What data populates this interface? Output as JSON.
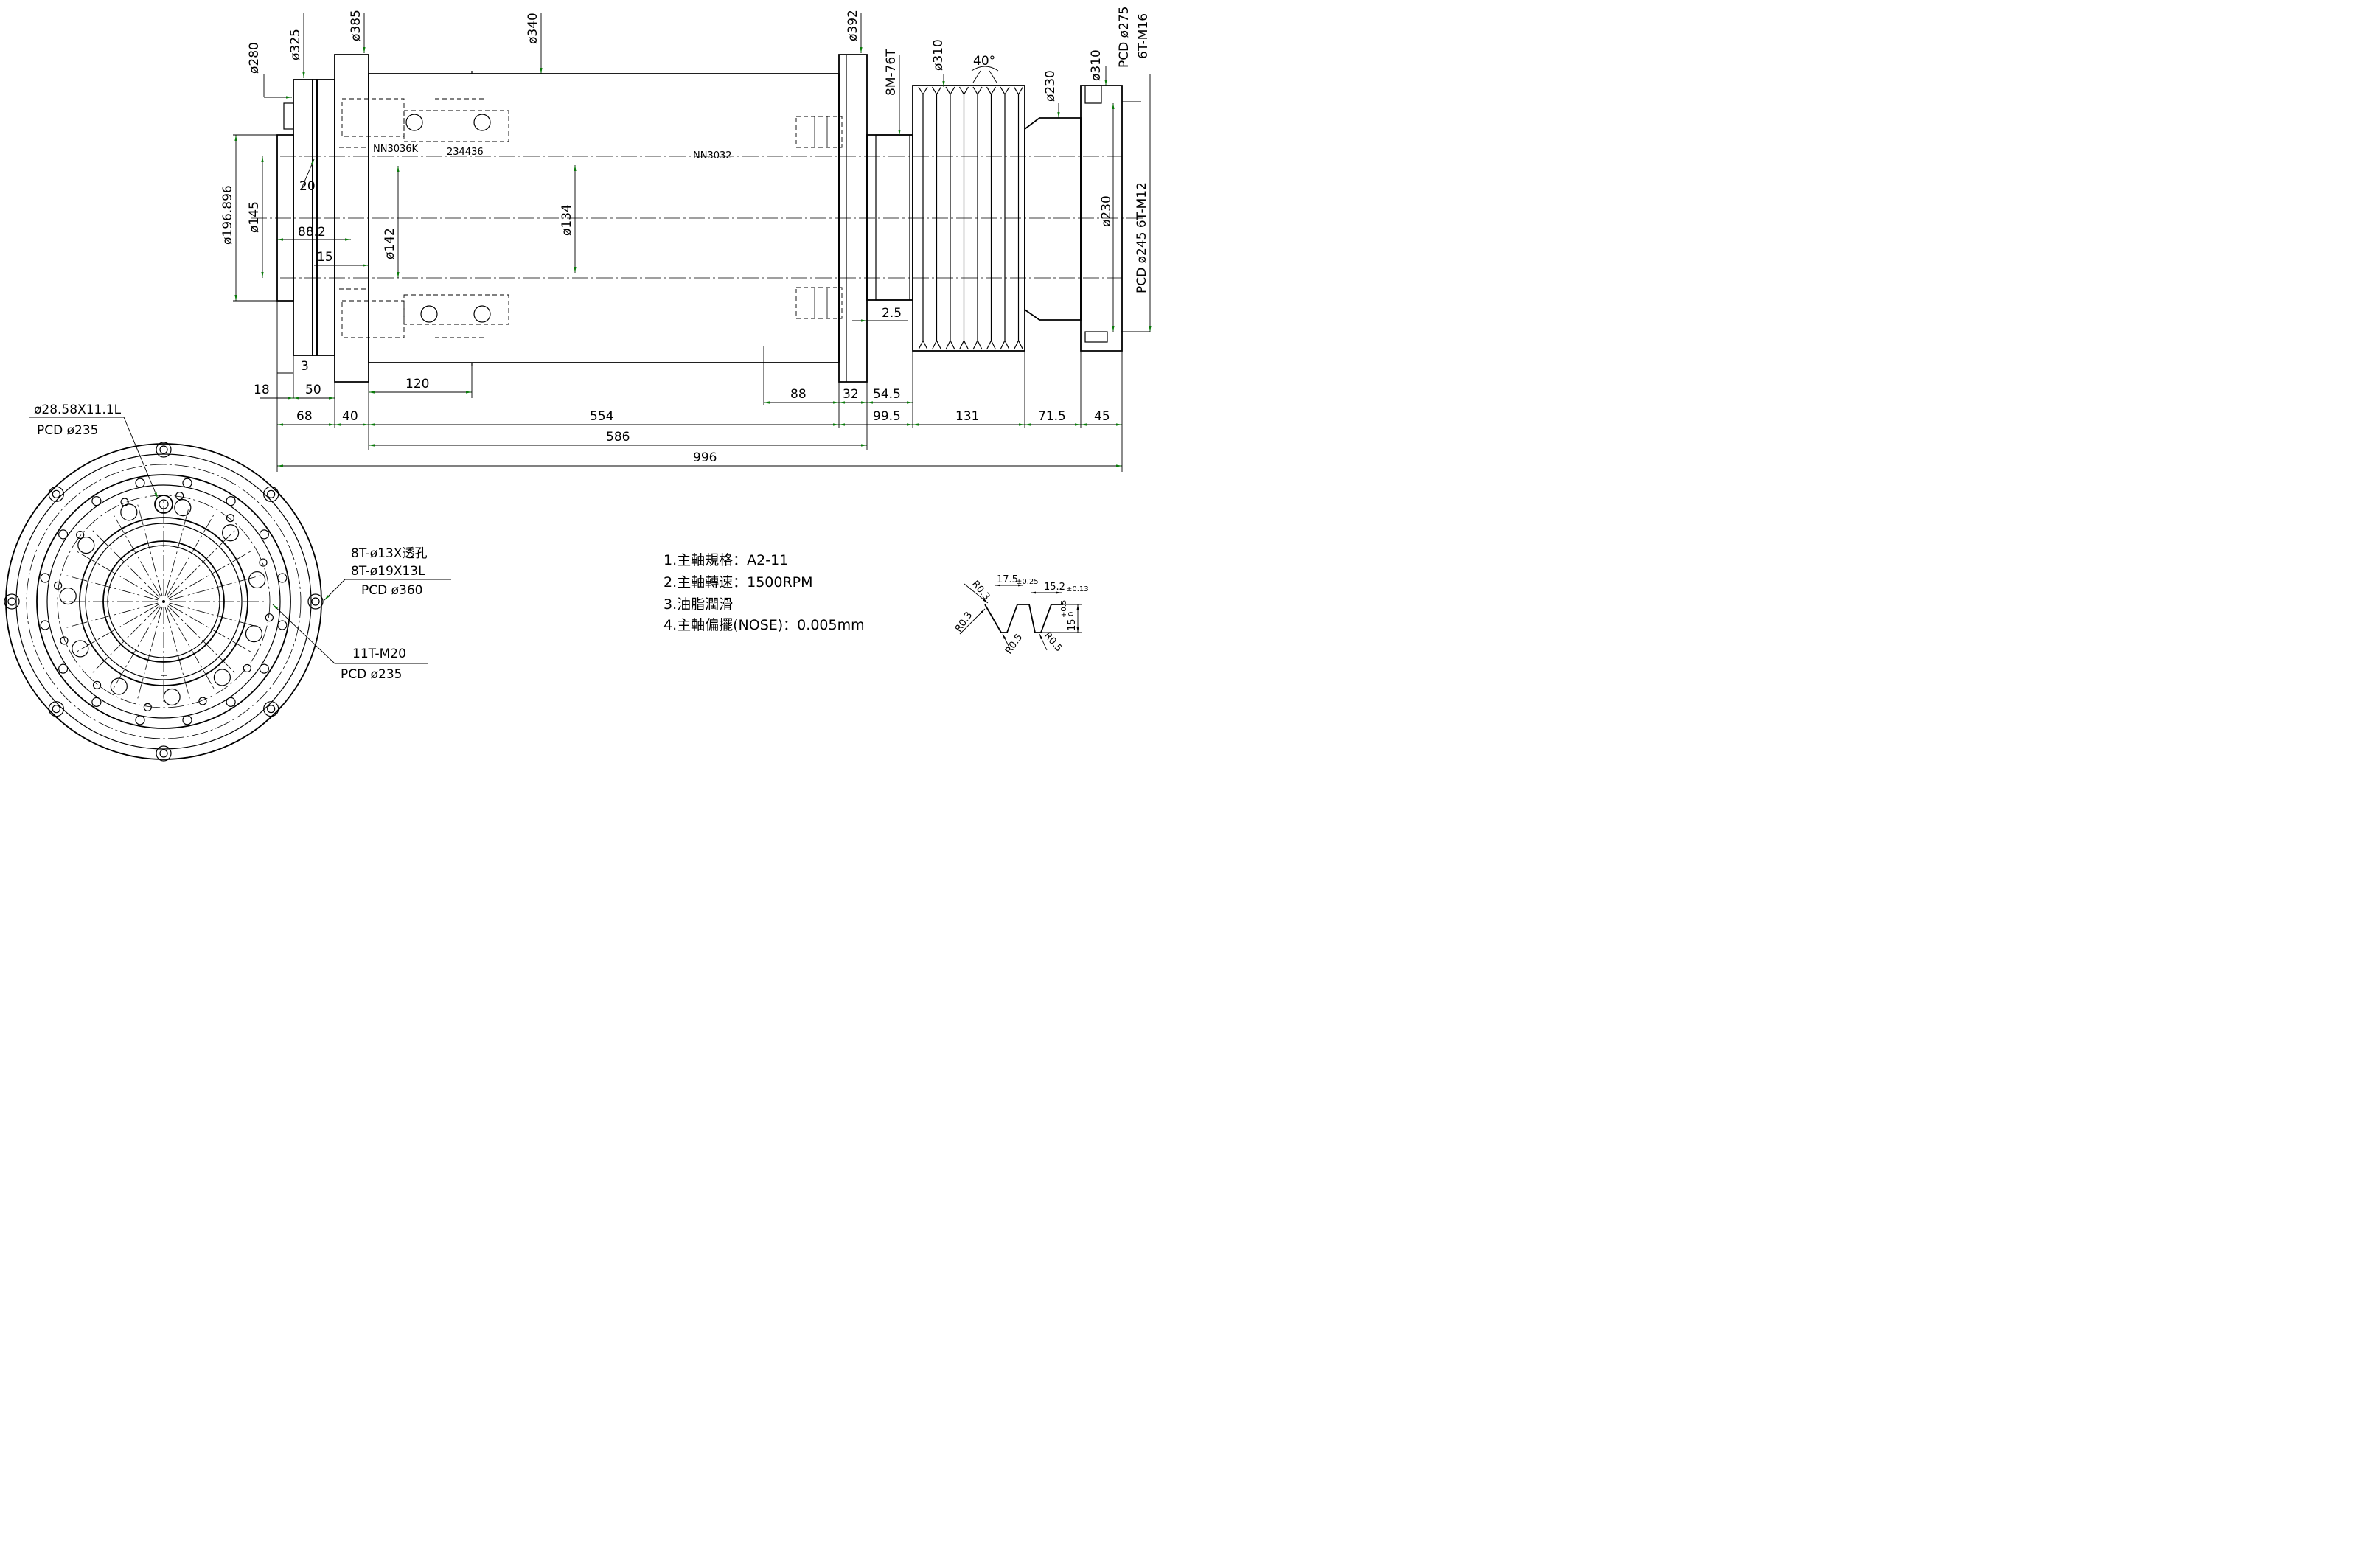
{
  "dimensions": {
    "d280": "ø280",
    "d325": "ø325",
    "d385": "ø385",
    "d340": "ø340",
    "d392": "ø392",
    "belt_type": "8M-76T",
    "d310_pulley": "ø310",
    "angle": "40°",
    "d230_top": "ø230",
    "d310_right": "ø310",
    "pcd275": "PCD ø275",
    "m16": "6T-M16",
    "d196": "ø196.896",
    "d145": "ø145",
    "d142": "ø142",
    "d134": "ø134",
    "d230_inner": "ø230",
    "pcd245": "PCD ø245 6T-M12",
    "l88_2": "88.2",
    "l15": "15",
    "l20": "20",
    "l3": "3",
    "l2_5": "2.5",
    "l18": "18",
    "l50": "50",
    "l120": "120",
    "l88": "88",
    "l32": "32",
    "l54_5": "54.5",
    "l68": "68",
    "l40": "40",
    "l554": "554",
    "l99_5": "99.5",
    "l131": "131",
    "l71_5": "71.5",
    "l45": "45",
    "l586": "586",
    "l996": "996"
  },
  "bearings": {
    "front_a": "NN3036K",
    "front_b": "234436",
    "rear": "NN3032"
  },
  "flange_view": {
    "callout1_a": "ø28.58X11.1L",
    "callout1_b": "PCD ø235",
    "callout2_a": "8T-ø13X透孔",
    "callout2_b": "8T-ø19X13L",
    "callout2_c": "PCD ø360",
    "callout3_a": "11T-M20",
    "callout3_b": "PCD ø235"
  },
  "notes": [
    "1.主軸規格：A2-11",
    "2.主軸轉速：1500RPM",
    "3.油脂潤滑",
    "4.主軸偏擺(NOSE)：0.005mm"
  ],
  "groove_detail": {
    "w1": "17.5",
    "w1_tol": "±0.25",
    "w2": "15.2",
    "w2_tol": "±0.13",
    "depth": "15",
    "depth_tol_up": "+0.5",
    "depth_tol_dn": "0",
    "r1": "R0.3",
    "r2": "R0.3",
    "r3": "R0.5",
    "r4": "R0.5"
  }
}
